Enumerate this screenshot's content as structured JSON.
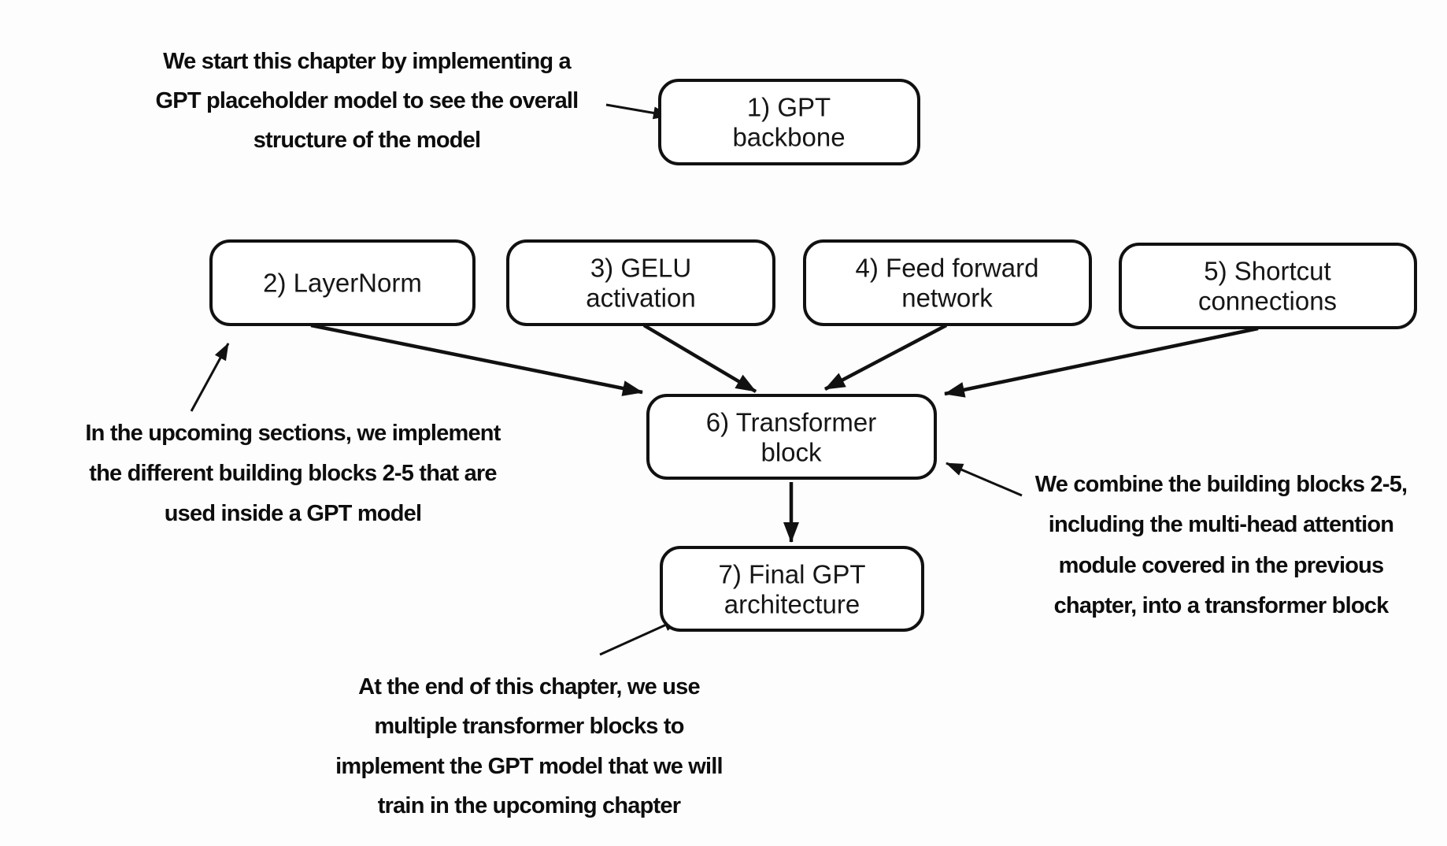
{
  "colors": {
    "background": "#fdfdfd",
    "ink": "#111111",
    "box_fill": "#ffffff"
  },
  "boxes": [
    {
      "id": "gpt-backbone",
      "lines": [
        "1) GPT",
        "backbone"
      ]
    },
    {
      "id": "layernorm",
      "lines": [
        "2) LayerNorm"
      ]
    },
    {
      "id": "gelu-activation",
      "lines": [
        "3) GELU",
        "activation"
      ]
    },
    {
      "id": "feed-forward-network",
      "lines": [
        "4) Feed forward",
        "network"
      ]
    },
    {
      "id": "shortcut-connections",
      "lines": [
        "5) Shortcut",
        "connections"
      ]
    },
    {
      "id": "transformer-block",
      "lines": [
        "6) Transformer",
        "block"
      ]
    },
    {
      "id": "final-gpt-architecture",
      "lines": [
        "7) Final GPT",
        "architecture"
      ]
    }
  ],
  "annotations": [
    {
      "id": "note-gpt-backbone",
      "lines": [
        "We start this chapter by implementing a",
        "GPT placeholder model to see the overall",
        "structure of the model"
      ]
    },
    {
      "id": "note-building-blocks",
      "lines": [
        "In the upcoming sections, we implement",
        "the different building blocks 2-5 that are",
        "used inside a GPT model"
      ]
    },
    {
      "id": "note-transformer-block",
      "lines": [
        "We combine the building blocks 2-5,",
        "including the multi-head attention",
        "module covered in the previous",
        "chapter, into a transformer block"
      ]
    },
    {
      "id": "note-final-architecture",
      "lines": [
        "At the end of this chapter, we use",
        "multiple transformer blocks to",
        "implement the GPT model that we will",
        "train in the upcoming chapter"
      ]
    }
  ],
  "edges": [
    {
      "from": "note-gpt-backbone",
      "to": "gpt-backbone"
    },
    {
      "from": "note-building-blocks",
      "to": "layernorm"
    },
    {
      "from": "layernorm",
      "to": "transformer-block"
    },
    {
      "from": "gelu-activation",
      "to": "transformer-block"
    },
    {
      "from": "feed-forward-network",
      "to": "transformer-block"
    },
    {
      "from": "shortcut-connections",
      "to": "transformer-block"
    },
    {
      "from": "note-transformer-block",
      "to": "transformer-block"
    },
    {
      "from": "transformer-block",
      "to": "final-gpt-architecture"
    },
    {
      "from": "note-final-architecture",
      "to": "final-gpt-architecture"
    }
  ]
}
